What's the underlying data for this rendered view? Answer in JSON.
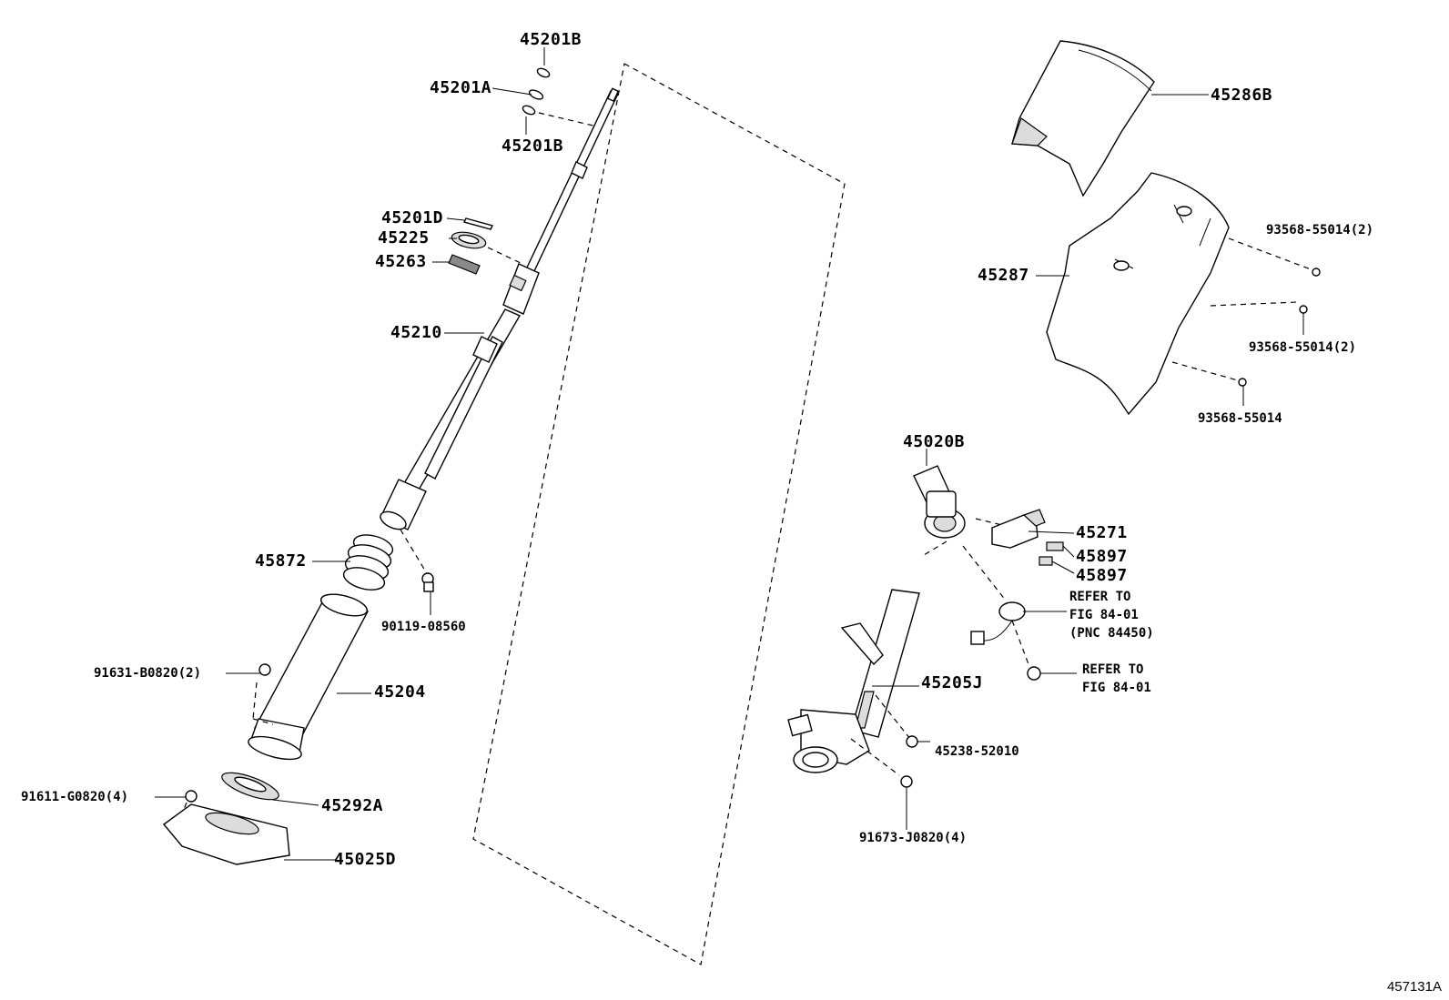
{
  "diagram": {
    "figure_id": "457131A",
    "labels": {
      "p45201B_top": "45201B",
      "p45201A": "45201A",
      "p45201B_bottom": "45201B",
      "p45201D": "45201D",
      "p45225": "45225",
      "p45263": "45263",
      "p45210": "45210",
      "p45872": "45872",
      "p90119": "90119-08560",
      "p91631": "91631-B0820(2)",
      "p45204": "45204",
      "p91611": "91611-G0820(4)",
      "p45292A": "45292A",
      "p45025D": "45025D",
      "p45286B": "45286B",
      "p93568_a": "93568-55014(2)",
      "p45287": "45287",
      "p93568_b": "93568-55014(2)",
      "p93568_c": "93568-55014",
      "p45020B": "45020B",
      "p45271": "45271",
      "p45897_a": "45897",
      "p45897_b": "45897",
      "p45205J": "45205J",
      "p45238": "45238-52010",
      "p91673": "91673-J0820(4)"
    },
    "notes": {
      "refer1": [
        "REFER TO",
        "FIG 84-01",
        "(PNC 84450)"
      ],
      "refer2": [
        "REFER TO",
        "FIG 84-01"
      ]
    }
  }
}
